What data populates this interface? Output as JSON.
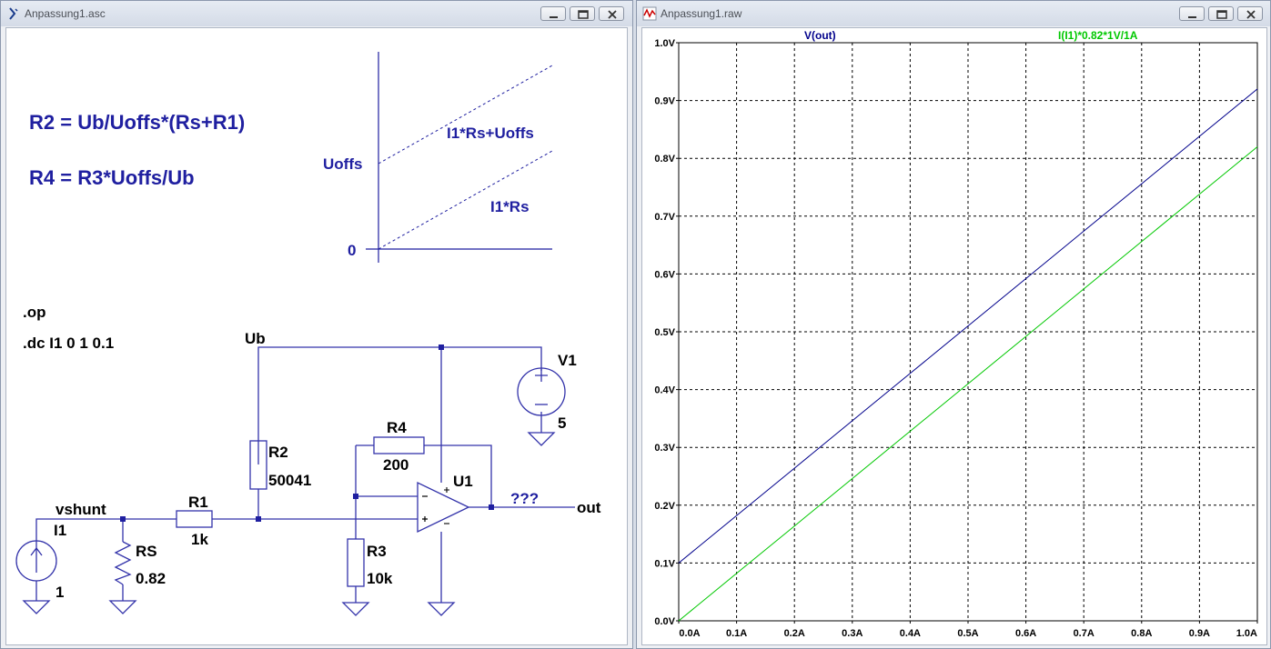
{
  "schematic_window": {
    "title": "Anpassung1.asc",
    "formula_r2": "R2 = Ub/Uoffs*(Rs+R1)",
    "formula_r4": "R4 = R3*Uoffs/Ub",
    "graph_uoffs": "Uoffs",
    "graph_zero": "0",
    "graph_line_offset": "I1*Rs+Uoffs",
    "graph_line_base": "I1*Rs",
    "directive_op": ".op",
    "directive_dc": ".dc I1 0 1 0.1",
    "net_ub": "Ub",
    "net_vshunt": "vshunt",
    "net_out": "out",
    "probe_label": "???",
    "components": {
      "v1": {
        "name": "V1",
        "value": "5"
      },
      "i1": {
        "name": "I1",
        "value": "1"
      },
      "rs": {
        "name": "RS",
        "value": "0.82"
      },
      "r1": {
        "name": "R1",
        "value": "1k"
      },
      "r2": {
        "name": "R2",
        "value": "50041"
      },
      "r3": {
        "name": "R3",
        "value": "10k"
      },
      "r4": {
        "name": "R4",
        "value": "200"
      },
      "u1": {
        "name": "U1"
      }
    }
  },
  "waveform_window": {
    "title": "Anpassung1.raw",
    "chart_data": {
      "type": "line",
      "xlim": [
        0,
        1.0
      ],
      "ylim": [
        0,
        1.0
      ],
      "x_ticks": [
        "0.0A",
        "0.1A",
        "0.2A",
        "0.3A",
        "0.4A",
        "0.5A",
        "0.6A",
        "0.7A",
        "0.8A",
        "0.9A",
        "1.0A"
      ],
      "y_ticks": [
        "0.0V",
        "0.1V",
        "0.2V",
        "0.3V",
        "0.4V",
        "0.5V",
        "0.6V",
        "0.7V",
        "0.8V",
        "0.9V",
        "1.0V"
      ],
      "grid": true,
      "x": [
        0,
        0.1,
        0.2,
        0.3,
        0.4,
        0.5,
        0.6,
        0.7,
        0.8,
        0.9,
        1.0
      ],
      "series": [
        {
          "name": "V(out)",
          "color": "#00008b",
          "values": [
            0.1,
            0.182,
            0.264,
            0.346,
            0.428,
            0.51,
            0.592,
            0.674,
            0.756,
            0.838,
            0.92
          ]
        },
        {
          "name": "I(I1)*0.82*1V/1A",
          "color": "#00c800",
          "values": [
            0,
            0.082,
            0.164,
            0.246,
            0.328,
            0.41,
            0.492,
            0.574,
            0.656,
            0.738,
            0.82
          ]
        }
      ]
    }
  },
  "colors": {
    "schematic_ink": "#1f1fa0",
    "wire": "#3333aa"
  }
}
